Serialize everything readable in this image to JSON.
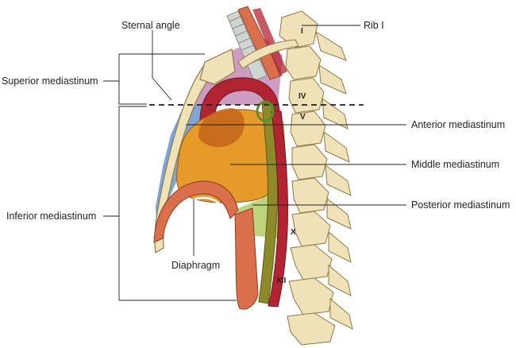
{
  "labels": {
    "sternal_angle": "Sternal angle",
    "rib_i": "Rib I",
    "superior_mediastinum": "Superior mediastinum",
    "inferior_mediastinum": "Inferior mediastinum",
    "anterior_mediastinum": "Anterior mediastinum",
    "middle_mediastinum": "Middle mediastinum",
    "posterior_mediastinum": "Posterior mediastinum",
    "diaphragm": "Diaphragm"
  },
  "vertebra_labels": {
    "i": "I",
    "iv": "IV",
    "v": "V",
    "x": "X",
    "xii": "XII"
  },
  "colors": {
    "bone": "#efe2b8",
    "bone_outline": "#8f7a45",
    "heart": "#e69a2a",
    "heart_dark": "#c2601c",
    "aorta": "#b22431",
    "esophagus": "#8c8a2a",
    "anterior_region": "#7fa5d8",
    "superior_region": "#c68bb5",
    "posterior_region": "#b6cf6e",
    "muscle": "#d96f4b",
    "trachea": "#cfd6d2"
  }
}
